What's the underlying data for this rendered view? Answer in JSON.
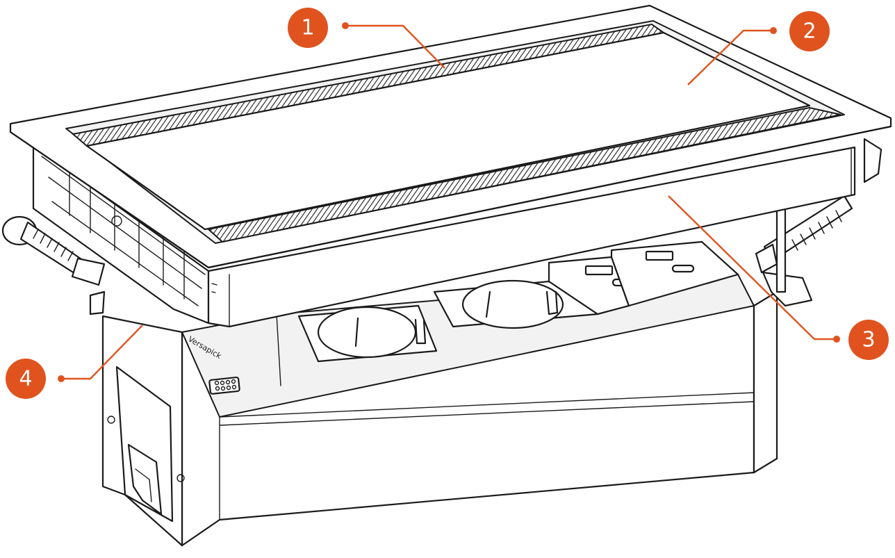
{
  "accent_color": "#e0531f",
  "brand_text": "Versapick",
  "callouts": [
    {
      "number": "1",
      "label": "",
      "target": "brush-strip-slot"
    },
    {
      "number": "2",
      "label": "",
      "target": "top-cover-lid"
    },
    {
      "number": "3",
      "label": "",
      "target": "front-frame-panel"
    },
    {
      "number": "4",
      "label": "",
      "target": "side-mounting-bracket"
    }
  ],
  "outlets": [
    {
      "kind": "schuko-socket"
    },
    {
      "kind": "schuko-socket"
    },
    {
      "kind": "usb-a-and-usb-c"
    },
    {
      "kind": "usb-a-and-usb-c"
    }
  ]
}
